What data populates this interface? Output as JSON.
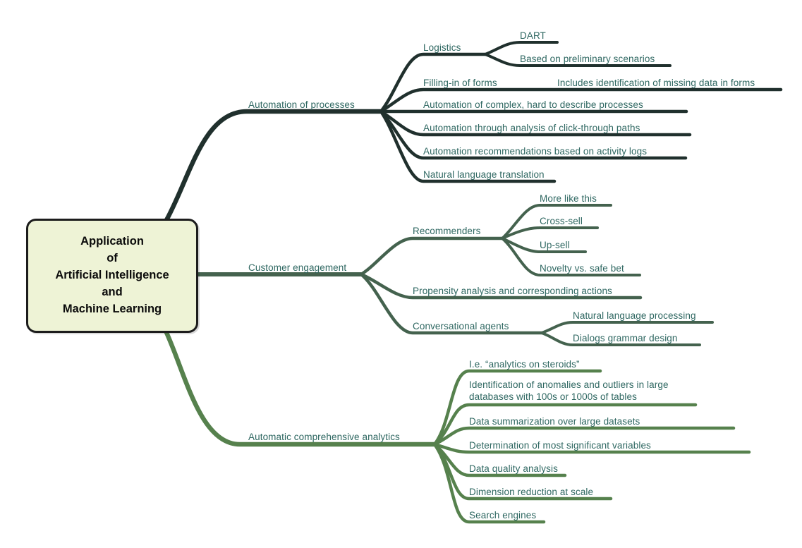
{
  "mindmap": {
    "root": "Application\nof\nArtificial Intelligence\nand\nMachine Learning",
    "root_fill_color": "#eef3d6",
    "root_border_color": "#1c1c1c",
    "label_text_color": "#2e6761",
    "branches": [
      {
        "label": "Automation of processes",
        "color": "#20302d",
        "children": [
          {
            "label": "Logistics",
            "children": [
              {
                "label": "DART"
              },
              {
                "label": "Based on preliminary scenarios"
              }
            ]
          },
          {
            "label": "Filling-in of forms",
            "children": [
              {
                "label": "Includes identification of missing data in forms"
              }
            ]
          },
          {
            "label": "Automation of complex, hard to describe processes"
          },
          {
            "label": "Automation through analysis of click-through paths"
          },
          {
            "label": "Automation recommendations based on activity logs"
          },
          {
            "label": "Natural language translation"
          }
        ]
      },
      {
        "label": "Customer engagement",
        "color": "#44624e",
        "children": [
          {
            "label": "Recommenders",
            "children": [
              {
                "label": "More like this"
              },
              {
                "label": "Cross-sell"
              },
              {
                "label": "Up-sell"
              },
              {
                "label": "Novelty vs. safe bet"
              }
            ]
          },
          {
            "label": "Propensity analysis and corresponding actions"
          },
          {
            "label": "Conversational agents",
            "children": [
              {
                "label": "Natural language processing"
              },
              {
                "label": "Dialogs grammar design"
              }
            ]
          }
        ]
      },
      {
        "label": "Automatic comprehensive analytics",
        "color": "#56814d",
        "children": [
          {
            "label": "I.e. “analytics on steroids”"
          },
          {
            "label": "Identification of anomalies and outliers in large\ndatabases with 100s or 1000s of tables"
          },
          {
            "label": "Data summarization over large datasets"
          },
          {
            "label": "Determination of most significant variables"
          },
          {
            "label": "Data quality analysis"
          },
          {
            "label": "Dimension reduction at scale"
          },
          {
            "label": "Search engines"
          }
        ]
      }
    ]
  }
}
